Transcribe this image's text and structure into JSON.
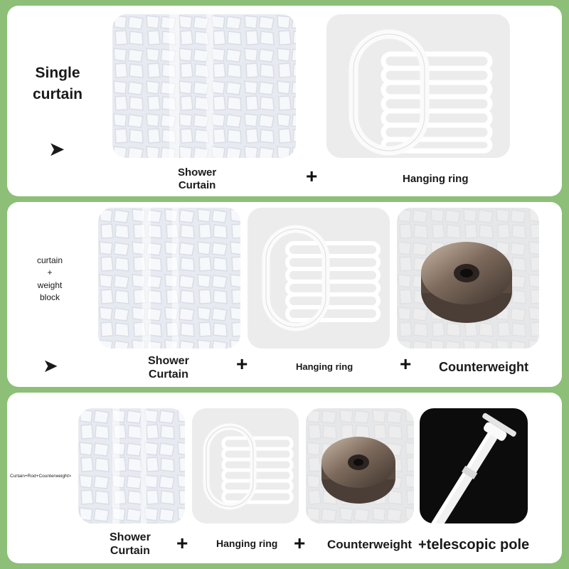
{
  "panel1": {
    "side_line1": "Single",
    "side_line2": "curtain",
    "arrow": "➤",
    "label_curtain_line1": "Shower",
    "label_curtain_line2": "Curtain",
    "plus": "+",
    "label_ring": "Hanging ring"
  },
  "panel2": {
    "side_line1": "curtain",
    "side_line2": "+",
    "side_line3": "weight",
    "side_line4": "block",
    "arrow": "➤",
    "label_curtain_line1": "Shower",
    "label_curtain_line2": "Curtain",
    "plus": "+",
    "label_ring": "Hanging ring",
    "label_weight": "Counterweight"
  },
  "panel3": {
    "side_text": "Curtain+Rod+Counterweight>",
    "label_curtain_line1": "Shower",
    "label_curtain_line2": "Curtain",
    "plus": "+",
    "label_ring": "Hanging ring",
    "label_weight": "Counterweight",
    "label_pole": "+telescopic pole"
  },
  "icons": [
    "arrow-right-icon",
    "plus-icon"
  ]
}
